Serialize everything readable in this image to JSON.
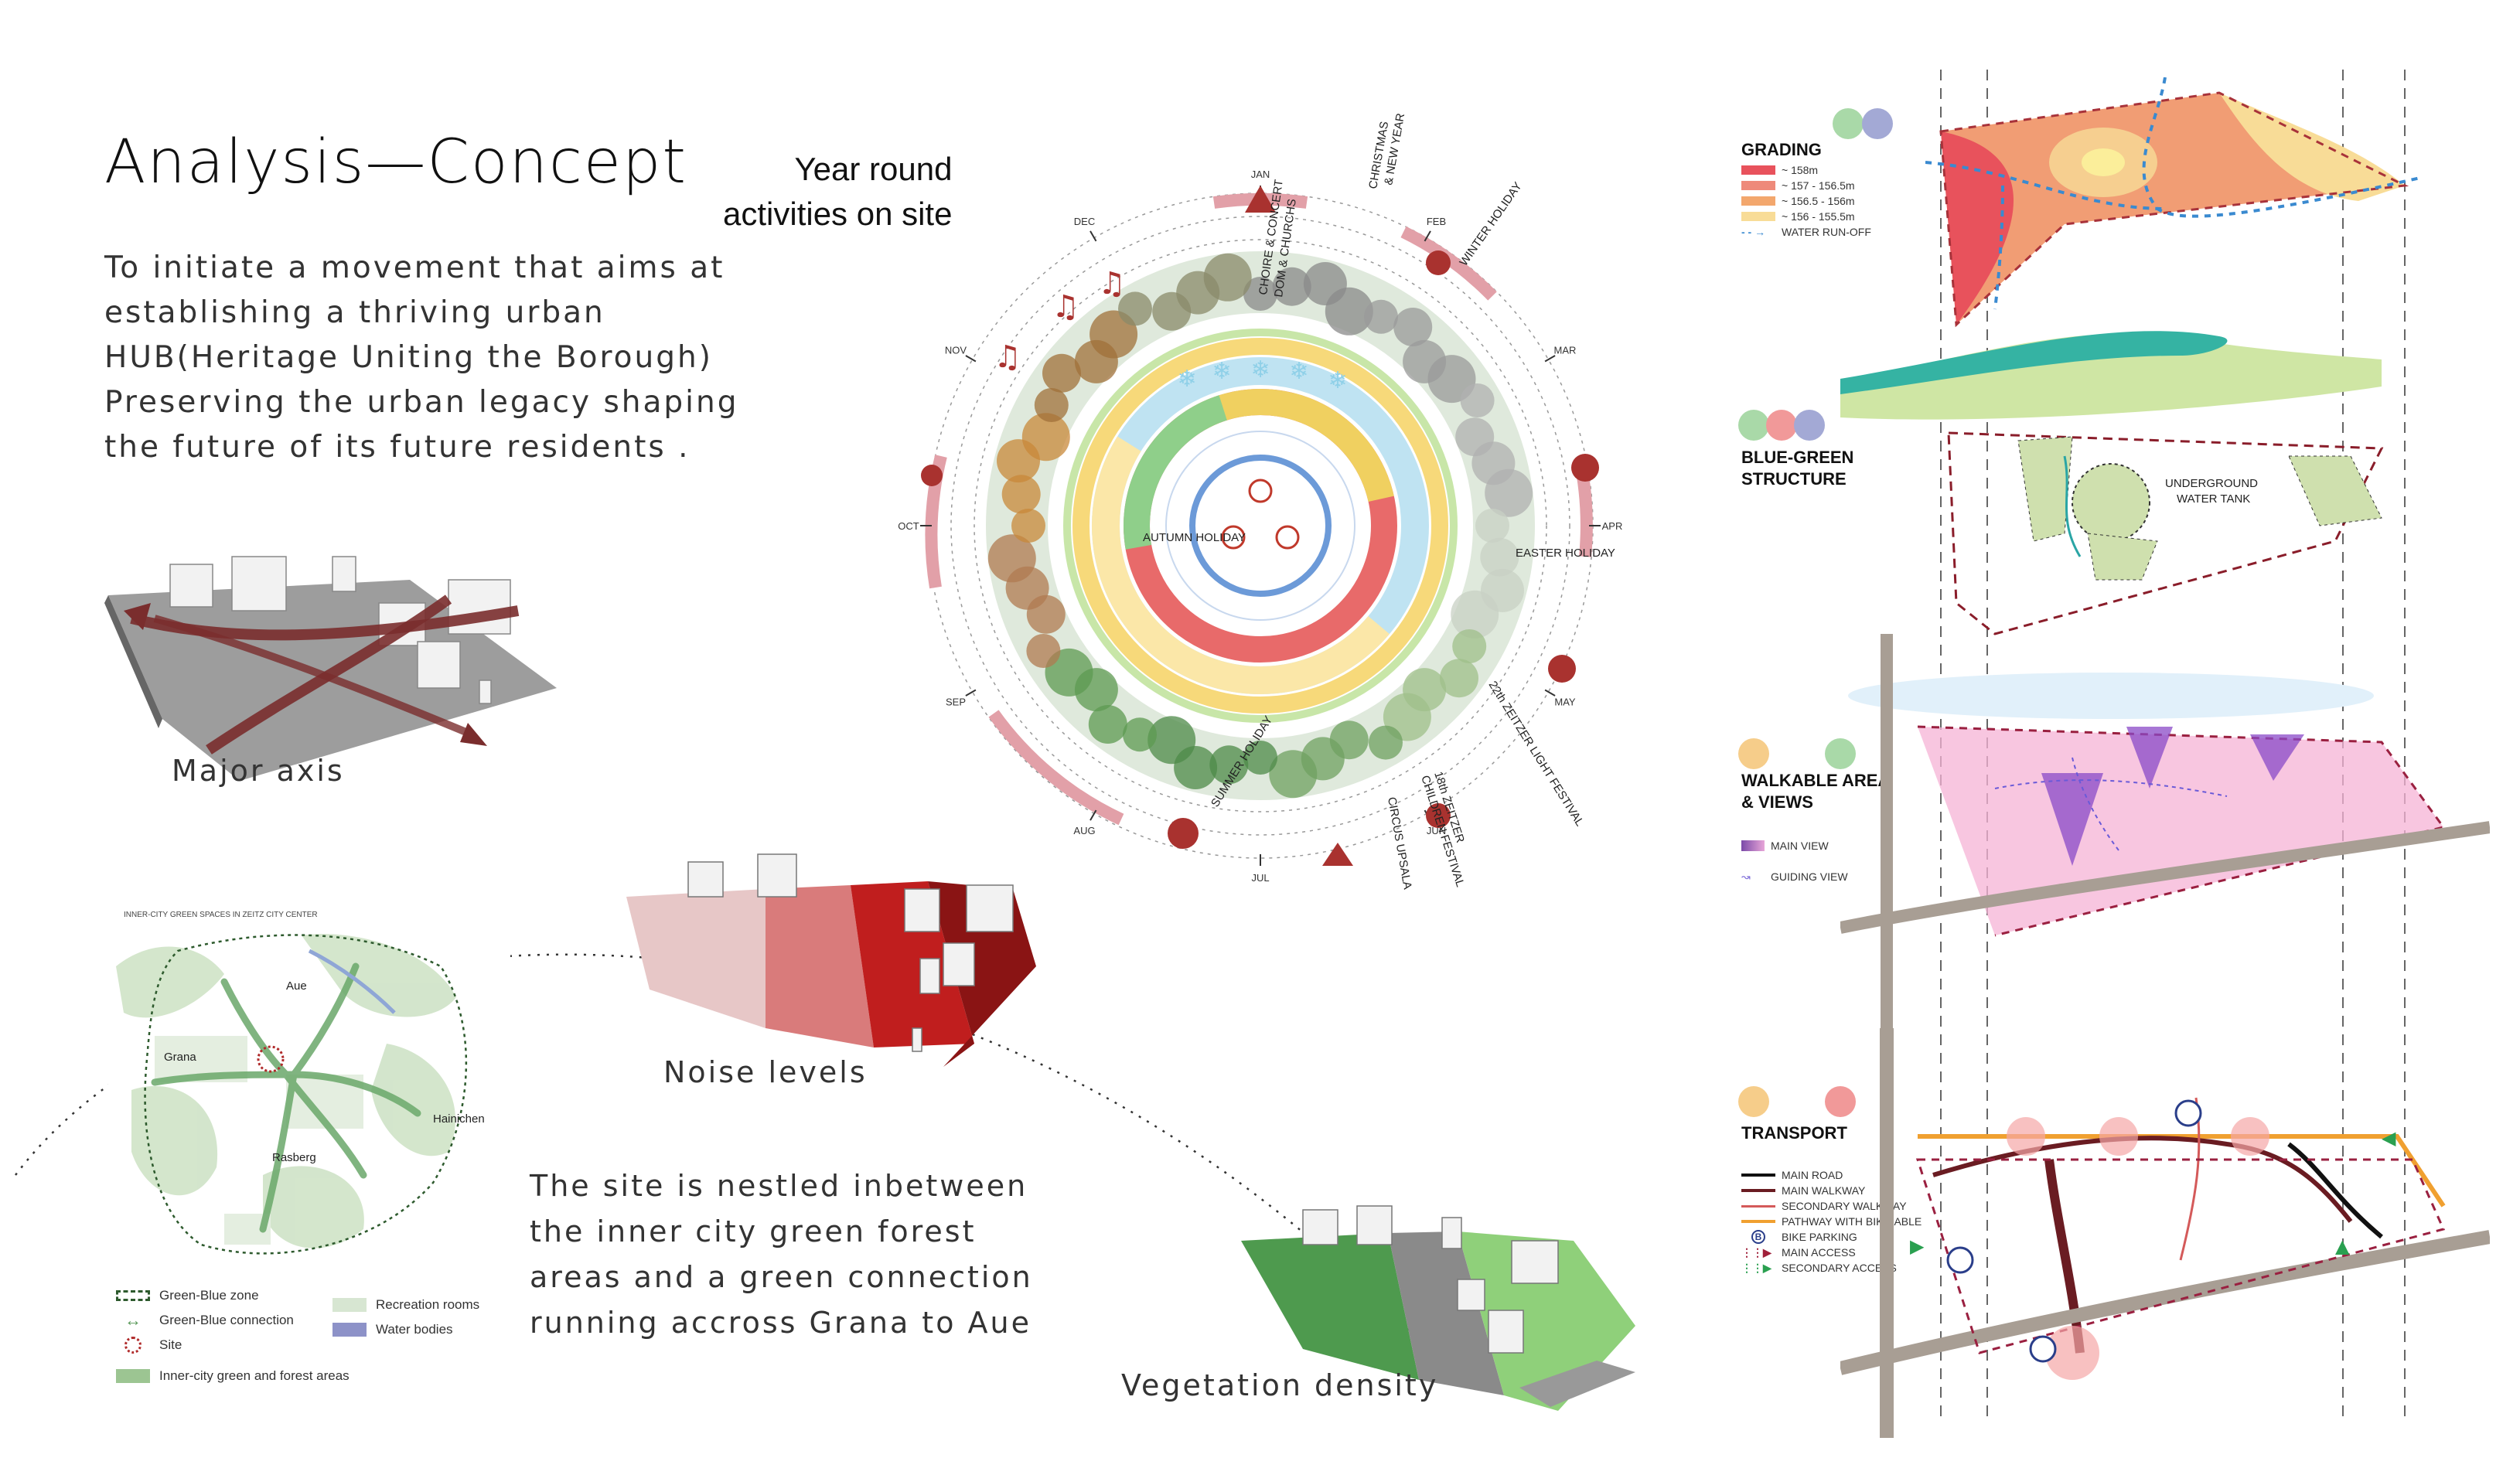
{
  "title": "Analysis—Concept",
  "intro_lines": [
    "To initiate a movement that aims at",
    "establishing a thriving urban",
    "HUB(Heritage Uniting the Borough)",
    "Preserving the  urban legacy shaping",
    "the future of its future residents ."
  ],
  "captions": {
    "major_axis": "Major axis",
    "noise": "Noise levels",
    "vegetation": "Vegetation density"
  },
  "nestled_lines": [
    "The site is nestled inbetween",
    "the inner city green forest",
    "areas and a green connection",
    "running accross Grana to Aue"
  ],
  "wheel": {
    "heading_1": "Year round",
    "heading_2": "activities on site",
    "months": [
      "JAN",
      "FEB",
      "MAR",
      "APR",
      "MAY",
      "JUN",
      "JUL",
      "AUG",
      "SEP",
      "OCT",
      "NOV",
      "DEC"
    ],
    "events": {
      "christmas_1": "CHRISTMAS",
      "christmas_2": "& NEW YEAR",
      "winter": "WINTER HOLIDAY",
      "easter": "EASTER HOLIDAY",
      "light_fest": "22th ZEITZER LIGHT FESTIVAL",
      "children_1": "18th ZEITZER",
      "children_2": "CHILDREN FESTIVAL",
      "circus": "CIRCUS UPSALA",
      "summer": "SUMMER HOLIDAY",
      "autumn": "AUTUMN HOLIDAY",
      "choir_1": "CHOIRE & CONCERT",
      "choir_2": "DOM & CHURCHS"
    }
  },
  "map": {
    "heading": "INNER-CITY GREEN SPACES IN ZEITZ CITY CENTER",
    "places": {
      "aue": "Aue",
      "grana": "Grana",
      "hainichen": "Hainichen",
      "rasberg": "Rasberg"
    },
    "legend": {
      "zone": "Green-Blue zone",
      "connection": "Green-Blue connection",
      "site": "Site",
      "forest": "Inner-city green and forest areas",
      "recreation": "Recreation rooms",
      "water": "Water bodies"
    }
  },
  "grading": {
    "title": "GRADING",
    "legend": [
      "~ 158m",
      "~ 157 - 156.5m",
      "~ 156.5 - 156m",
      "~ 156 - 155.5m"
    ],
    "runoff": "WATER RUN-OFF",
    "colors": [
      "#e8525c",
      "#ee8a7a",
      "#f3a76d",
      "#f8dc97"
    ]
  },
  "bluegreen": {
    "title_1": "BLUE-GREEN",
    "title_2": "STRUCTURE",
    "tank_1": "UNDERGROUND",
    "tank_2": "WATER TANK"
  },
  "walkable": {
    "title_1": "WALKABLE AREA",
    "title_2": "& VIEWS",
    "main_view": "MAIN VIEW",
    "guiding_view": "GUIDING VIEW"
  },
  "transport": {
    "title": "TRANSPORT",
    "legend": [
      "MAIN ROAD",
      "MAIN WALKWAY",
      "SECONDARY WALKWAY",
      "PATHWAY WITH BIKE-ABLE",
      "BIKE PARKING",
      "MAIN ACCESS",
      "SECONDARY ACCESS"
    ],
    "bike_symbol": "B"
  }
}
